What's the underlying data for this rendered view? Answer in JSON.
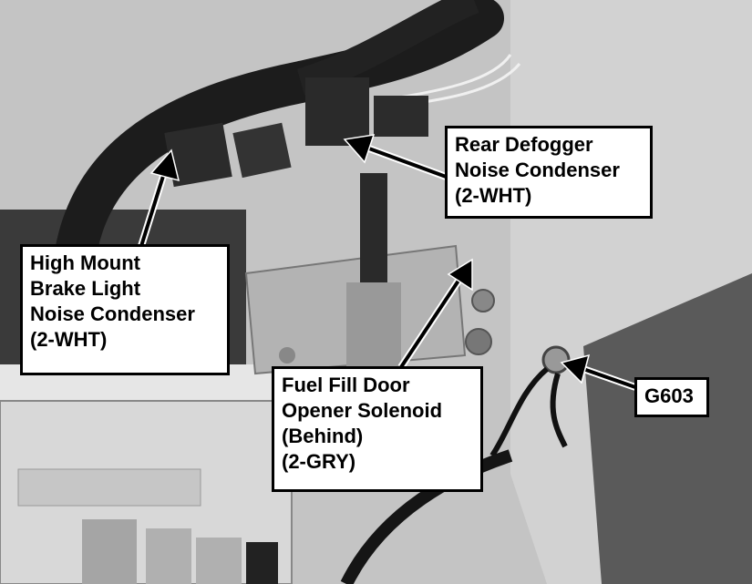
{
  "colors": {
    "callout_bg": "#ffffff",
    "callout_border": "#000000",
    "arrow": "#000000"
  },
  "callouts": {
    "rear_defogger": {
      "lines": [
        "Rear Defogger",
        "Noise Condenser",
        "(2-WHT)"
      ]
    },
    "high_mount": {
      "lines": [
        "High Mount",
        "Brake Light",
        "Noise Condenser",
        "(2-WHT)"
      ]
    },
    "fuel_fill": {
      "lines": [
        "Fuel Fill Door",
        "Opener Solenoid",
        "(Behind)",
        "(2-GRY)"
      ]
    },
    "ground": {
      "lines": [
        "G603"
      ]
    }
  }
}
